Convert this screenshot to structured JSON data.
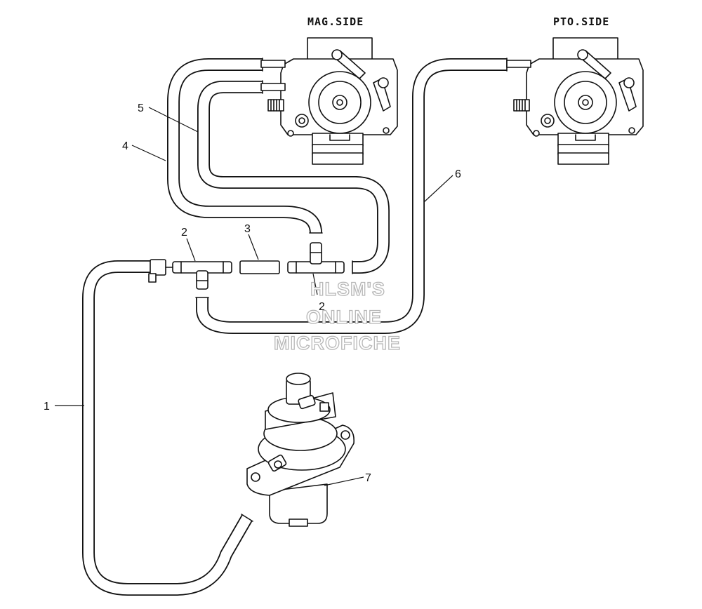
{
  "headers": {
    "mag_side": "MAG.SIDE",
    "pto_side": "PTO.SIDE"
  },
  "callouts": [
    "1",
    "2",
    "3",
    "4",
    "5",
    "6",
    "7",
    "2"
  ],
  "watermark": {
    "line1": "HLSM'S",
    "line2": "ONLINE",
    "line3": "MICROFICHE"
  }
}
